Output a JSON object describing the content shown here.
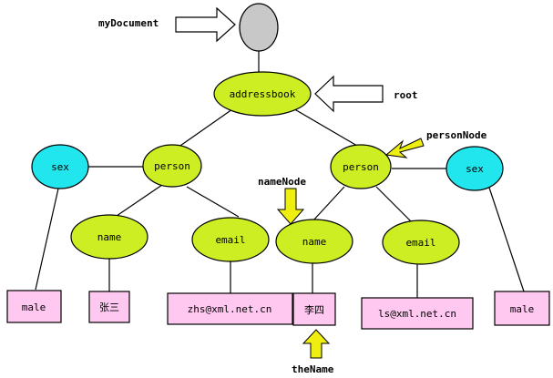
{
  "labels": {
    "my_document": "myDocument",
    "root": "root",
    "person_node": "personNode",
    "name_node": "nameNode",
    "the_name": "theName"
  },
  "nodes": {
    "document": "",
    "addressbook": "addressbook",
    "person_left": "person",
    "sex_left": "sex",
    "name_left": "name",
    "email_left": "email",
    "person_right": "person",
    "sex_right": "sex",
    "name_right": "name",
    "email_right": "email"
  },
  "values": {
    "male_left": "male",
    "name_left_value": "张三",
    "email_left_value": "zhs@xml.net.cn",
    "name_right_value": "李四",
    "email_right_value": "ls@xml.net.cn",
    "male_right": "male"
  },
  "colors": {
    "document_fill": "#c8c8c8",
    "element_fill": "#ccee22",
    "attribute_fill": "#22e6ee",
    "text_fill": "#ffc8f0",
    "arrow_outline": "#000000",
    "arrow_yellow": "#eeee11"
  }
}
